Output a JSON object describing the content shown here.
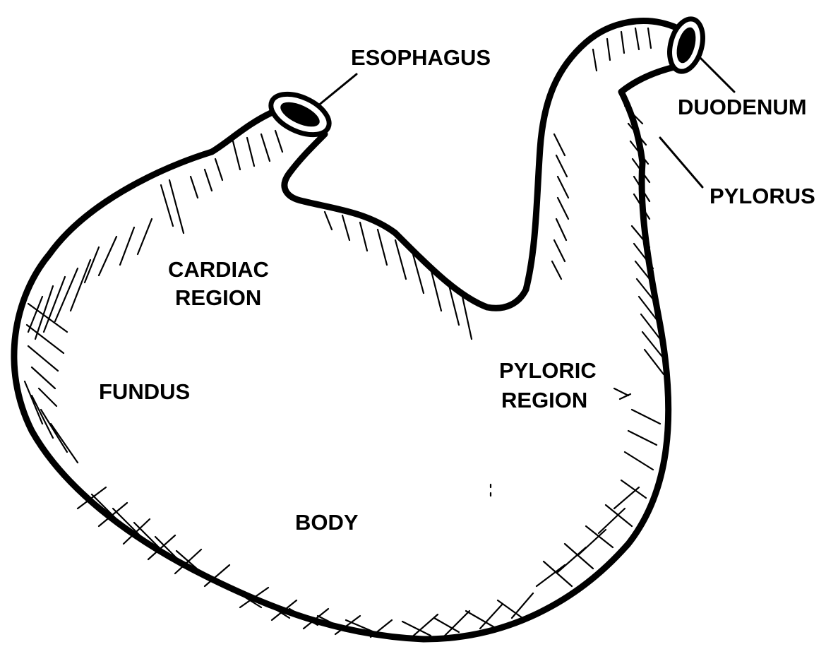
{
  "diagram": {
    "subject": "stomach",
    "labels": {
      "esophagus": "ESOPHAGUS",
      "duodenum": "DUODENUM",
      "pylorus": "PYLORUS",
      "cardiac_region": [
        "CARDIAC",
        "REGION"
      ],
      "fundus": "FUNDUS",
      "pyloric_region": [
        "PYLORIC",
        "REGION"
      ],
      "body": "BODY"
    },
    "colors": {
      "ink": "#000000",
      "paper": "#ffffff"
    }
  }
}
